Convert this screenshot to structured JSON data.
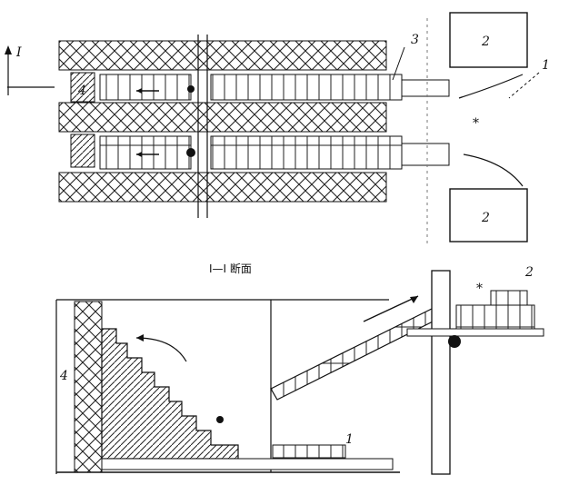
{
  "section_label": "I—I 断面",
  "axis_marker": "I",
  "labels": {
    "box_top": "2",
    "box_bottom": "2",
    "stack": "2",
    "n1_plan": "1",
    "n3_plan": "3",
    "n4_plan": "4",
    "n1_section": "1",
    "n4_section": "4",
    "star_plan": "*",
    "star_section": "*"
  }
}
